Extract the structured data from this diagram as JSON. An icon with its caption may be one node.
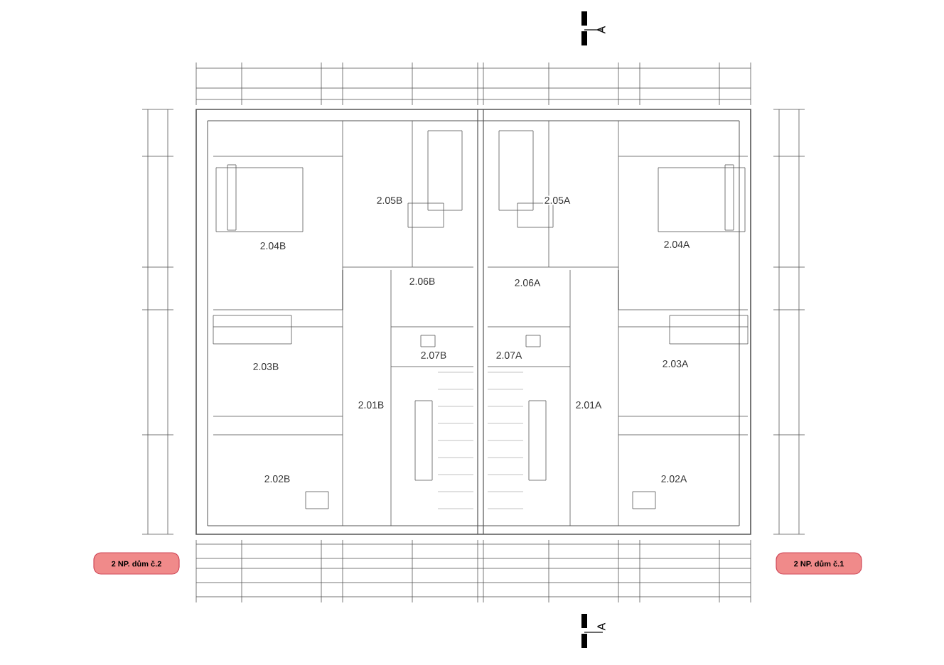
{
  "diagram": {
    "nodes": [
      {
        "text": [
          "2 NP. dům č.2"
        ]
      },
      {
        "text": [
          "2 NP. dům č.1"
        ]
      }
    ],
    "labels": [
      "A",
      "2.05B",
      "2.05A",
      "2.04B",
      "2.04A",
      "2.06B",
      "2.06A",
      "2.07B",
      "2.07A",
      "2.03B",
      "2.03A",
      "2.01B",
      "2.01A",
      "2.02B",
      "2.02A",
      "A"
    ]
  }
}
